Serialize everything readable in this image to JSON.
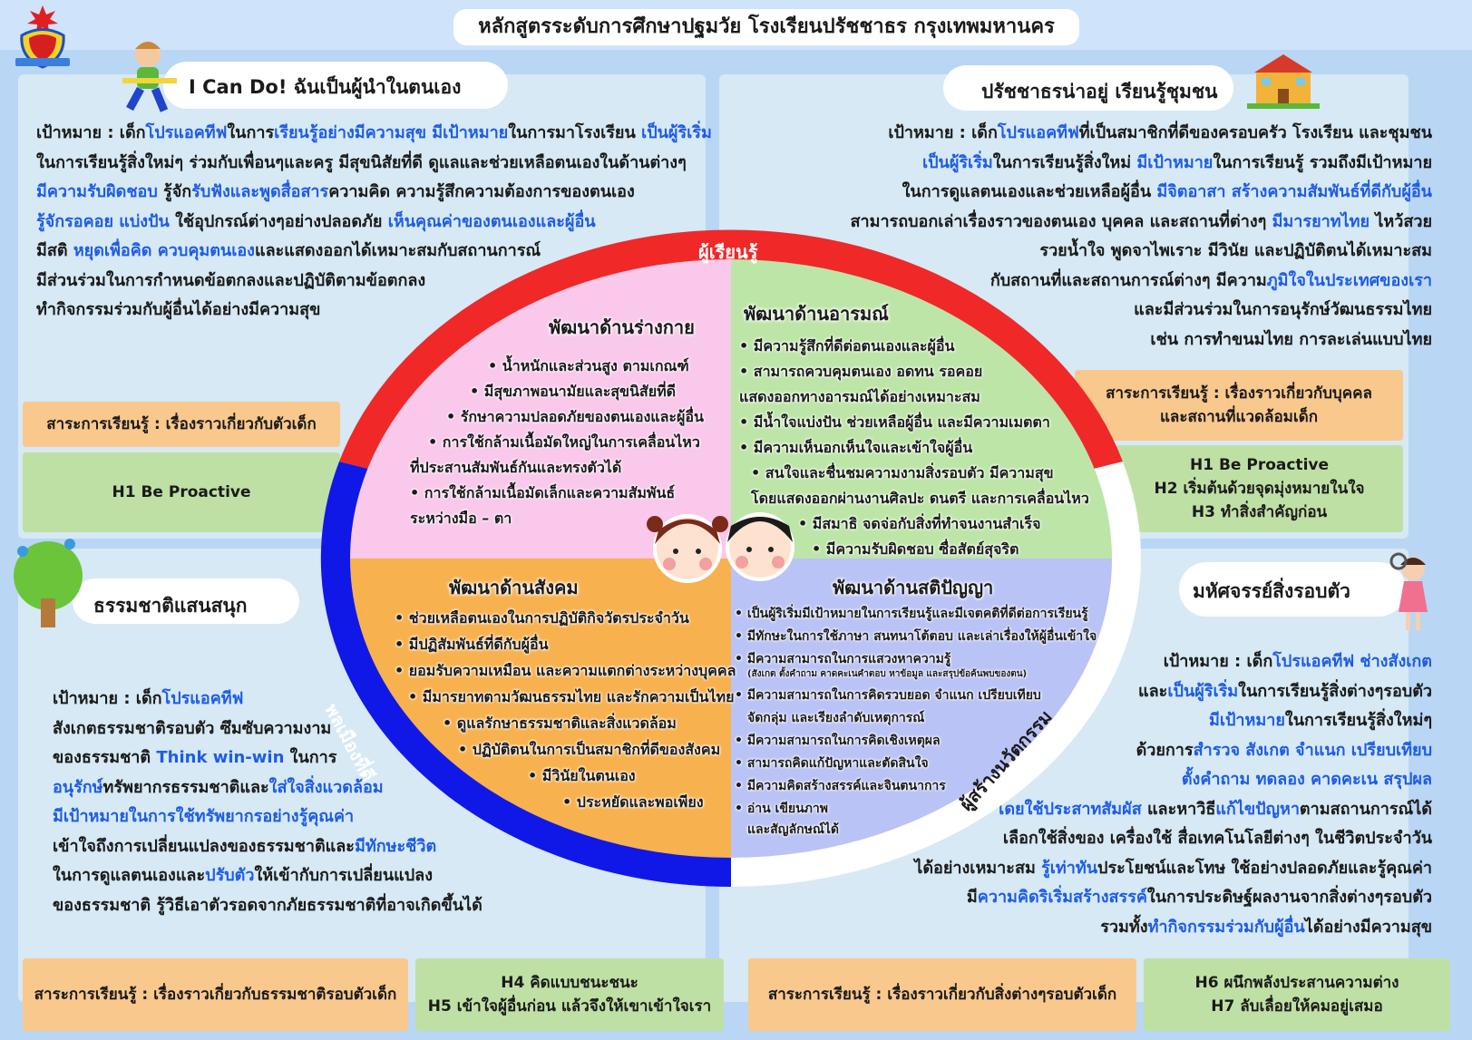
{
  "header": {
    "title": "หลักสูตรระดับการศึกษาปฐมวัย โรงเรียนปรัชชาธร กรุงเทพมหานคร"
  },
  "colors": {
    "highlight": "#1e5ce6",
    "ring_red": "#f02828",
    "ring_blue": "#1018e8",
    "pink": "#f9c8ea",
    "green": "#bde5a8",
    "orange": "#f7b14f",
    "lavender": "#b9c3f5",
    "box_orange": "#f9c88d",
    "box_green": "#bfe0a5"
  },
  "top_left": {
    "heading": "I Can Do!  ฉันเป็นผู้นำในตนเอง",
    "lines": [
      [
        {
          "t": "เป้าหมาย : เด็ก"
        },
        {
          "t": "โปรแอคทีฟ",
          "h": 1
        },
        {
          "t": "ในการ"
        },
        {
          "t": "เรียนรู้อย่างมีความสุข มีเป้าหมาย",
          "h": 1
        },
        {
          "t": "ในการมาโรงเรียน "
        },
        {
          "t": "เป็นผู้ริเริ่ม",
          "h": 1
        }
      ],
      [
        {
          "t": "ในการเรียนรู้สิ่งใหม่ๆ ร่วมกับเพื่อนๆและครู มีสุขนิสัยที่ดี ดูแลและช่วยเหลือตนเองในด้านต่างๆ"
        }
      ],
      [
        {
          "t": "มีความรับผิดชอบ",
          "h": 1
        },
        {
          "t": " รู้จัก"
        },
        {
          "t": "รับฟังและพูดสื่อสาร",
          "h": 1
        },
        {
          "t": "ความคิด ความรู้สึกความต้องการของตนเอง"
        }
      ],
      [
        {
          "t": "รู้จักรอคอย แบ่งปัน",
          "h": 1
        },
        {
          "t": " ใช้อุปกรณ์ต่างๆอย่างปลอดภัย "
        },
        {
          "t": "เห็นคุณค่าของตนเองและผู้อื่น",
          "h": 1
        }
      ],
      [
        {
          "t": "มีสติ "
        },
        {
          "t": "หยุดเพื่อคิด ควบคุมตนเอง",
          "h": 1
        },
        {
          "t": "และแสดงออกได้เหมาะสมกับสถานการณ์"
        }
      ],
      [
        {
          "t": "มีส่วนร่วมในการกำหนดข้อตกลงและปฏิบัติตามข้อตกลง"
        }
      ],
      [
        {
          "t": "ทำกิจกรรมร่วมกับผู้อื่นได้อย่างมีความสุข"
        }
      ]
    ],
    "subject": "สาระการเรียนรู้ : เรื่องราวเกี่ยวกับตัวเด็ก",
    "habits": [
      "H1 Be Proactive"
    ]
  },
  "top_right": {
    "heading": "ปรัชชาธรน่าอยู่ เรียนรู้ชุมชน",
    "lines": [
      [
        {
          "t": "เป้าหมาย : เด็ก"
        },
        {
          "t": "โปรแอคทีฟ",
          "h": 1
        },
        {
          "t": "ที่เป็นสมาชิกที่ดีของครอบครัว โรงเรียน และชุมชน"
        }
      ],
      [
        {
          "t": "เป็นผู้ริเริ่ม",
          "h": 1
        },
        {
          "t": "ในการเรียนรู้สิ่งใหม่ "
        },
        {
          "t": "มีเป้าหมาย",
          "h": 1
        },
        {
          "t": "ในการเรียนรู้ รวมถึงมีเป้าหมาย"
        }
      ],
      [
        {
          "t": "ในการดูแลตนเองและช่วยเหลือผู้อื่น "
        },
        {
          "t": "มีจิตอาสา สร้างความสัมพันธ์ที่ดีกับผู้อื่น",
          "h": 1
        }
      ],
      [
        {
          "t": "สามารถบอกเล่าเรื่องราวของตนเอง บุคคล และสถานที่ต่างๆ "
        },
        {
          "t": "มีมารยาทไทย",
          "h": 1
        },
        {
          "t": " ไหว้สวย"
        }
      ],
      [
        {
          "t": "รวยน้ำใจ  พูดจาไพเราะ มีวินัย และปฏิบัติตนได้เหมาะสม"
        }
      ],
      [
        {
          "t": "กับสถานที่และสถานการณ์ต่างๆ มีความ"
        },
        {
          "t": "ภูมิใจในประเทศของเรา",
          "h": 1
        }
      ],
      [
        {
          "t": "และมีส่วนร่วมในการอนุรักษ์วัฒนธรรมไทย"
        }
      ],
      [
        {
          "t": "เช่น การทำขนมไทย การละเล่นแบบไทย"
        }
      ]
    ],
    "subject": [
      "สาระการเรียนรู้ : เรื่องราวเกี่ยวกับบุคคล",
      "และสถานที่แวดล้อมเด็ก"
    ],
    "habits": [
      "H1 Be Proactive",
      "H2 เริ่มต้นด้วยจุดมุ่งหมายในใจ",
      "H3 ทำสิ่งสำคัญก่อน"
    ]
  },
  "bottom_left": {
    "heading": "ธรรมชาติแสนสนุก",
    "lines": [
      [
        {
          "t": "เป้าหมาย : เด็ก"
        },
        {
          "t": "โปรแอคทีฟ",
          "h": 1
        }
      ],
      [
        {
          "t": "สังเกตธรรมชาติรอบตัว ซึมซับความงาม"
        }
      ],
      [
        {
          "t": "ของธรรมชาติ "
        },
        {
          "t": "Think win-win",
          "h": 1
        },
        {
          "t": " ในการ"
        }
      ],
      [
        {
          "t": "อนุรักษ์",
          "h": 1
        },
        {
          "t": "ทรัพยากรธรรมชาติและ"
        },
        {
          "t": "ใส่ใจสิ่งแวดล้อม",
          "h": 1
        }
      ],
      [
        {
          "t": "มีเป้าหมายในการใช้ทรัพยากรอย่างรู้คุณค่า",
          "h": 1
        }
      ],
      [
        {
          "t": "เข้าใจถึงการเปลี่ยนแปลงของธรรมชาติและ"
        },
        {
          "t": "มีทักษะชีวิต",
          "h": 1
        }
      ],
      [
        {
          "t": "ในการดูแลตนเองและ"
        },
        {
          "t": "ปรับตัว",
          "h": 1
        },
        {
          "t": "ให้เข้ากับการเปลี่ยนแปลง"
        }
      ],
      [
        {
          "t": "ของธรรมชาติ รู้วิธีเอาตัวรอดจากภัยธรรมชาติที่อาจเกิดขึ้นได้"
        }
      ]
    ],
    "subject": "สาระการเรียนรู้ : เรื่องราวเกี่ยวกับธรรมชาติรอบตัวเด็ก",
    "habits": [
      "H4 คิดแบบชนะชนะ",
      "H5 เข้าใจผู้อื่นก่อน แล้วจึงให้เขาเข้าใจเรา"
    ]
  },
  "bottom_right": {
    "heading": "มหัศจรรย์สิ่งรอบตัว",
    "lines": [
      [
        {
          "t": "เป้าหมาย : เด็ก"
        },
        {
          "t": "โปรแอคทีฟ ช่างสังเกต",
          "h": 1
        }
      ],
      [
        {
          "t": "และ"
        },
        {
          "t": "เป็นผู้ริเริ่ม",
          "h": 1
        },
        {
          "t": "ในการเรียนรู้สิ่งต่างๆรอบตัว"
        }
      ],
      [
        {
          "t": "มีเป้าหมาย",
          "h": 1
        },
        {
          "t": "ในการเรียนรู้สิ่งใหม่ๆ"
        }
      ],
      [
        {
          "t": "ด้วยการ"
        },
        {
          "t": "สำรวจ สังเกต จำแนก เปรียบเทียบ",
          "h": 1
        }
      ],
      [
        {
          "t": "ตั้งคำถาม ทดลอง คาดคะเน สรุปผล",
          "h": 1
        }
      ],
      [
        {
          "t": "โดยใช้ประสาทสัมผัส",
          "h": 1
        },
        {
          "t": " และหาวิธี"
        },
        {
          "t": "แก้ไขปัญหา",
          "h": 1
        },
        {
          "t": "ตามสถานการณ์ได้"
        }
      ],
      [
        {
          "t": "เลือกใช้สิ่งของ เครื่องใช้ สื่อเทคโนโลยีต่างๆ ในชีวิตประจำวัน"
        }
      ],
      [
        {
          "t": "ได้อย่างเหมาะสม "
        },
        {
          "t": "รู้เท่าทัน",
          "h": 1
        },
        {
          "t": "ประโยชน์และโทษ ใช้อย่างปลอดภัยและรู้คุณค่า"
        }
      ],
      [
        {
          "t": "มี"
        },
        {
          "t": "ความคิดริเริ่มสร้างสรรค์",
          "h": 1
        },
        {
          "t": "ในการประดิษฐ์ผลงานจากสิ่งต่างๆรอบตัว"
        }
      ],
      [
        {
          "t": "รวมทั้ง"
        },
        {
          "t": "ทำกิจกรรมร่วมกับผู้อื่น",
          "h": 1
        },
        {
          "t": "ได้อย่างมีความสุข"
        }
      ]
    ],
    "subject": "สาระการเรียนรู้ : เรื่องราวเกี่ยวกับสิ่งต่างๆรอบตัวเด็ก",
    "habits": [
      "H6 ผนึกพลังประสานความต่าง",
      "H7 ลับเลื่อยให้คมอยู่เสมอ"
    ]
  },
  "circle": {
    "ring_labels": {
      "top": "ผู้เรียนรู้",
      "left": "พลเมืองที่ดี",
      "right": "ผู้สร้างนวัตกรรม"
    },
    "physical": {
      "title": "พัฒนาด้านร่างกาย",
      "items": [
        "• น้ำหนักและส่วนสูง ตามเกณฑ์",
        "• มีสุขภาพอนามัยและสุขนิสัยที่ดี",
        "• รักษาความปลอดภัยของตนเองและผู้อื่น",
        "• การใช้กล้ามเนื้อมัดใหญ่ในการเคลื่อนไหว",
        "ที่ประสานสัมพันธ์กันและทรงตัวได้",
        "• การใช้กล้ามเนื้อมัดเล็กและความสัมพันธ์",
        "ระหว่างมือ – ตา"
      ]
    },
    "emotional": {
      "title": "พัฒนาด้านอารมณ์",
      "items": [
        "• มีความรู้สึกที่ดีต่อตนเองและผู้อื่น",
        "• สามารถควบคุมตนเอง อดทน รอคอย",
        "แสดงออกทางอารมณ์ได้อย่างเหมาะสม",
        "• มีน้ำใจแบ่งปัน ช่วยเหลือผู้อื่น และมีความเมตตา",
        "• มีความเห็นอกเห็นใจและเข้าใจผู้อื่น",
        "• สนใจและชื่นชมความงามสิ่งรอบตัว มีความสุข",
        "โดยแสดงออกผ่านงานศิลปะ ดนตรี และการเคลื่อนไหว",
        "• มีสมาธิ จดจ่อกับสิ่งที่ทำจนงานสำเร็จ",
        "• มีความรับผิดชอบ ซื่อสัตย์สุจริต"
      ]
    },
    "social": {
      "title": "พัฒนาด้านสังคม",
      "items": [
        "• ช่วยเหลือตนเองในการปฏิบัติกิจวัตรประจำวัน",
        "• มีปฏิสัมพันธ์ที่ดีกับผู้อื่น",
        "• ยอมรับความเหมือน และความแตกต่างระหว่างบุคคล",
        "• มีมารยาทตามวัฒนธรรมไทย และรักความเป็นไทย",
        "• ดูแลรักษาธรรมชาติและสิ่งแวดล้อม",
        "• ปฏิบัติตนในการเป็นสมาชิกที่ดีของสังคม",
        "• มีวินัยในตนเอง",
        "• ประหยัดและพอเพียง"
      ]
    },
    "intellectual": {
      "title": "พัฒนาด้านสติปัญญา",
      "items": [
        "• เป็นผู้ริเริ่มมีเป้าหมายในการเรียนรู้และมีเจตคติที่ดีต่อการเรียนรู้",
        "• มีทักษะในการใช้ภาษา สนทนาโต้ตอบ และเล่าเรื่องให้ผู้อื่นเข้าใจ",
        "• มีความสามารถในการแสวงหาความรู้",
        "(สังเกต ตั้งคำถาม คาดคะเนคำตอบ หาข้อมูล และสรุปข้อค้นพบของตน)",
        "• มีความสามารถในการคิดรวบยอด จำแนก เปรียบเทียบ",
        "จัดกลุ่ม และเรียงลำดับเหตุการณ์",
        "• มีความสามารถในการคิดเชิงเหตุผล",
        "• สามารถคิดแก้ปัญหาและตัดสินใจ",
        "• มีความคิดสร้างสรรค์และจินตนาการ",
        "• อ่าน เขียนภาพ",
        "และสัญลักษณ์ได้"
      ]
    }
  }
}
